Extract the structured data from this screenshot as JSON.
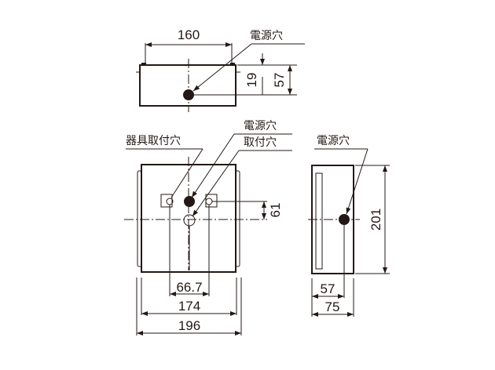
{
  "top_view": {
    "label_power_hole": "電源穴",
    "dim_width": "160",
    "dim_19": "19",
    "dim_57": "57"
  },
  "front_view": {
    "label_power_hole": "電源穴",
    "label_fixture_mount_hole": "器具取付穴",
    "label_mount_hole": "取付穴",
    "dim_61": "61",
    "dim_66_7": "66.7",
    "dim_174": "174",
    "dim_196": "196"
  },
  "side_view": {
    "label_power_hole": "電源穴",
    "dim_201": "201",
    "dim_57": "57",
    "dim_75": "75"
  },
  "colors": {
    "line": "#231815",
    "background": "#ffffff"
  }
}
